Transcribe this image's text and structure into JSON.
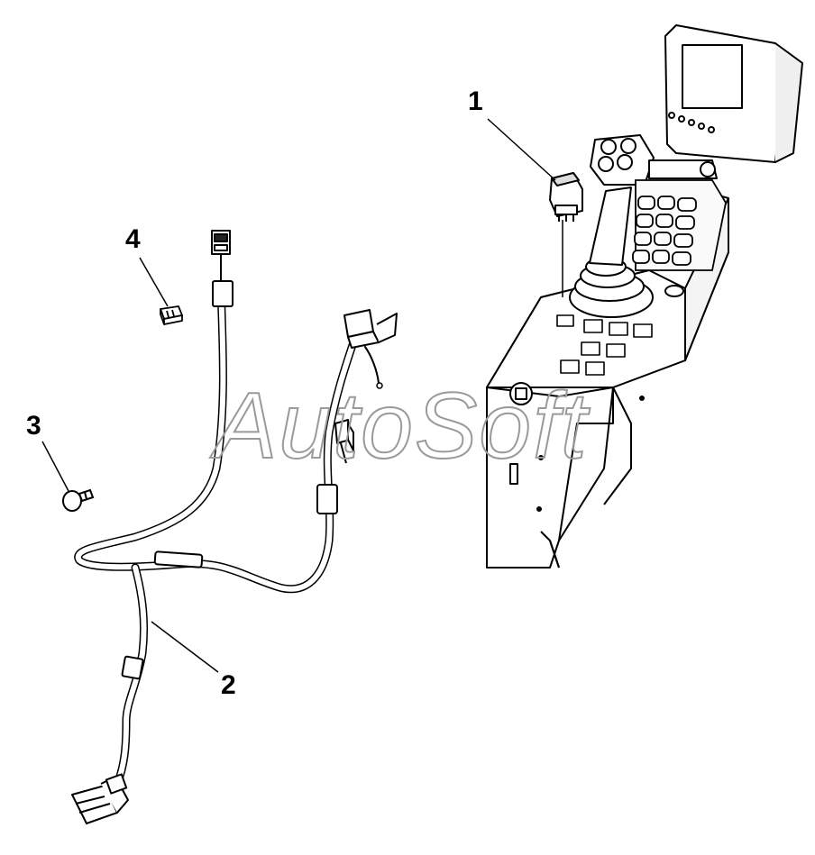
{
  "diagram": {
    "callouts": [
      {
        "id": "1",
        "label": "1",
        "part": "rocker-switch"
      },
      {
        "id": "2",
        "label": "2",
        "part": "wiring-harness"
      },
      {
        "id": "3",
        "label": "3",
        "part": "push-clip"
      },
      {
        "id": "4",
        "label": "4",
        "part": "switch-cap"
      }
    ],
    "watermark": "AutoSoft"
  },
  "colors": {
    "line": "#000000",
    "background": "#ffffff",
    "watermark": "#9a9a9a"
  }
}
